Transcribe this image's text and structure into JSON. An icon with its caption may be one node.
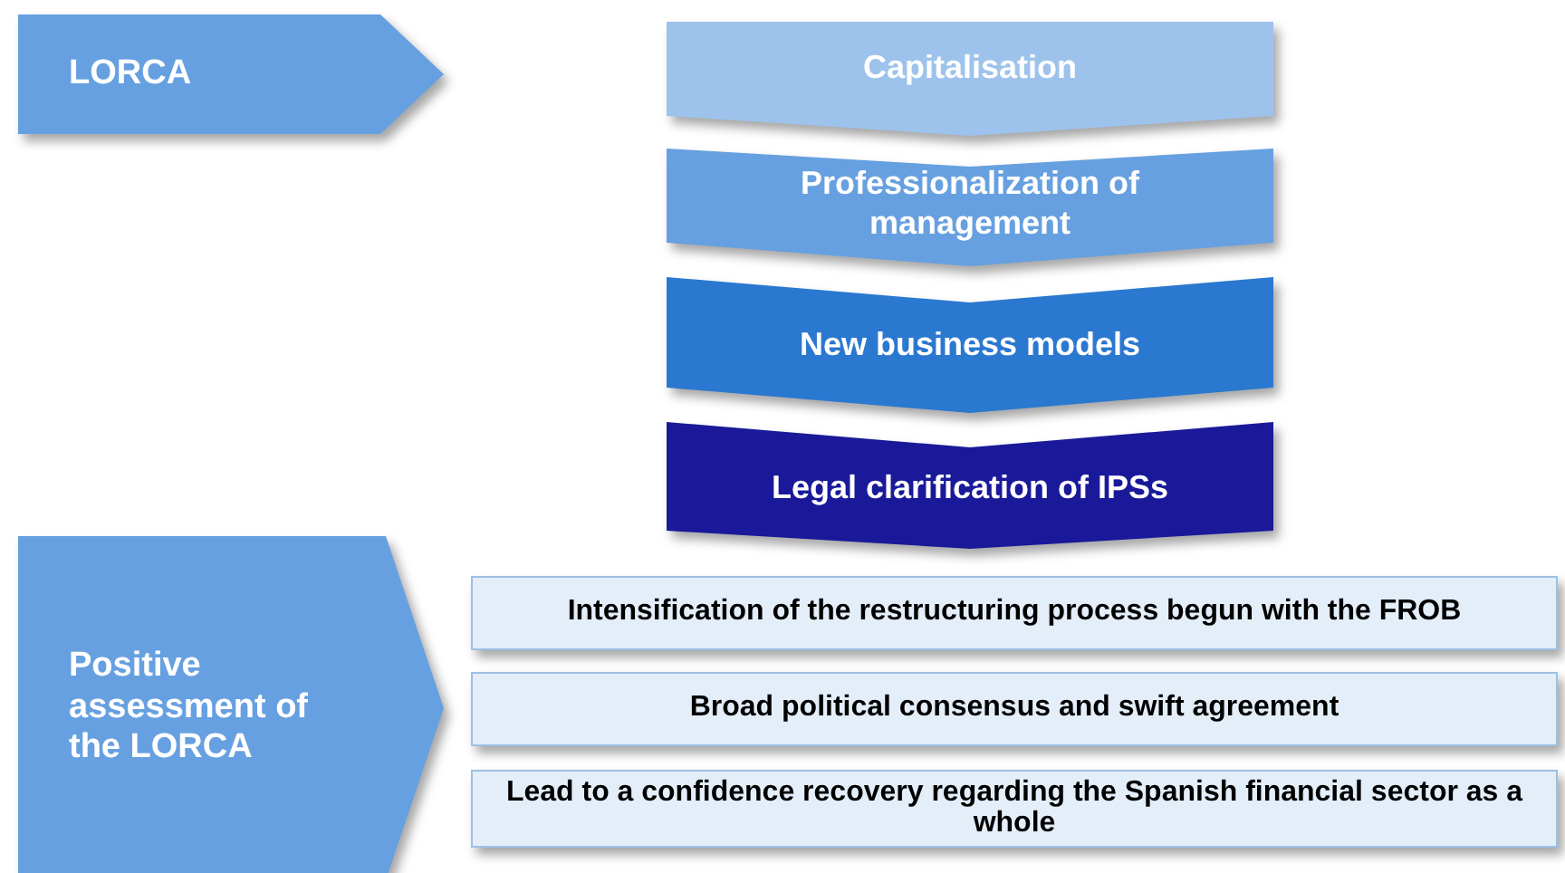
{
  "diagram": {
    "nodes": [
      {
        "text": [
          "LORCA"
        ]
      },
      {
        "text": [
          "Capitalisation"
        ]
      },
      {
        "text": [
          "Professionalization of management"
        ]
      },
      {
        "text": [
          "New business models"
        ]
      },
      {
        "text": [
          "Legal clarification of IPSs"
        ]
      },
      {
        "text": [
          "Positive assessment of the LORCA"
        ]
      },
      {
        "text": [
          "Intensification of the restructuring process begun with the FROB"
        ]
      },
      {
        "text": [
          "Broad political consensus and swift agreement"
        ]
      },
      {
        "text": [
          "Lead to a confidence recovery regarding the Spanish financial sector as a whole"
        ]
      }
    ]
  }
}
